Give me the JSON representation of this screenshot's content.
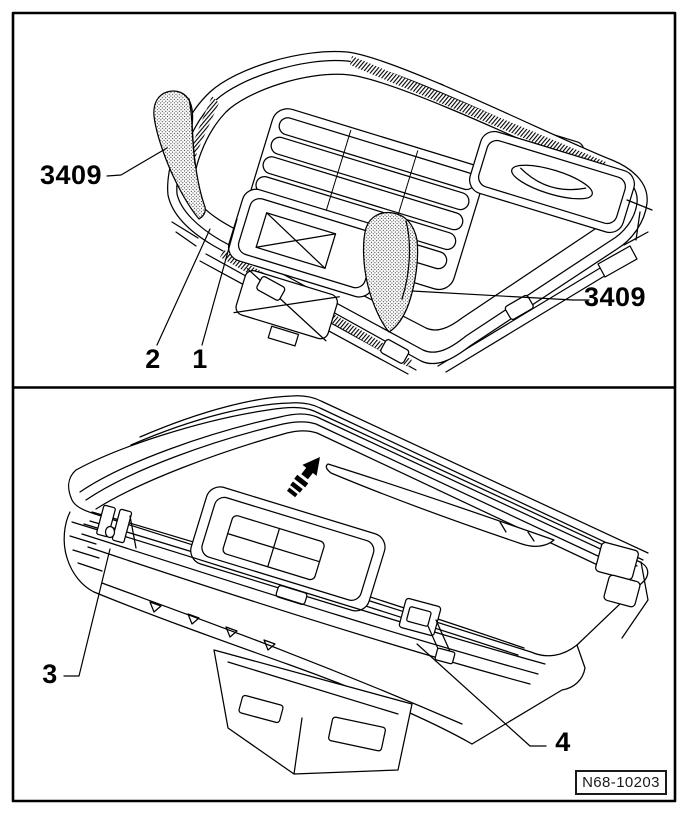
{
  "figure": {
    "background_color": "#ffffff",
    "line_color": "#000000",
    "top_panel": {
      "name": "grille-with-removal-wedges",
      "callouts": [
        {
          "id": "tool-wedge-left",
          "label": "3409"
        },
        {
          "id": "tool-wedge-right",
          "label": "3409"
        },
        {
          "id": "item-2",
          "label": "2"
        },
        {
          "id": "item-1",
          "label": "1"
        }
      ]
    },
    "bottom_panel": {
      "name": "housing-underside-with-clips",
      "callouts": [
        {
          "id": "item-3",
          "label": "3"
        },
        {
          "id": "item-4",
          "label": "4"
        }
      ],
      "arrow_icon": "removal-direction-arrow"
    },
    "drawing_number": "N68-10203"
  }
}
